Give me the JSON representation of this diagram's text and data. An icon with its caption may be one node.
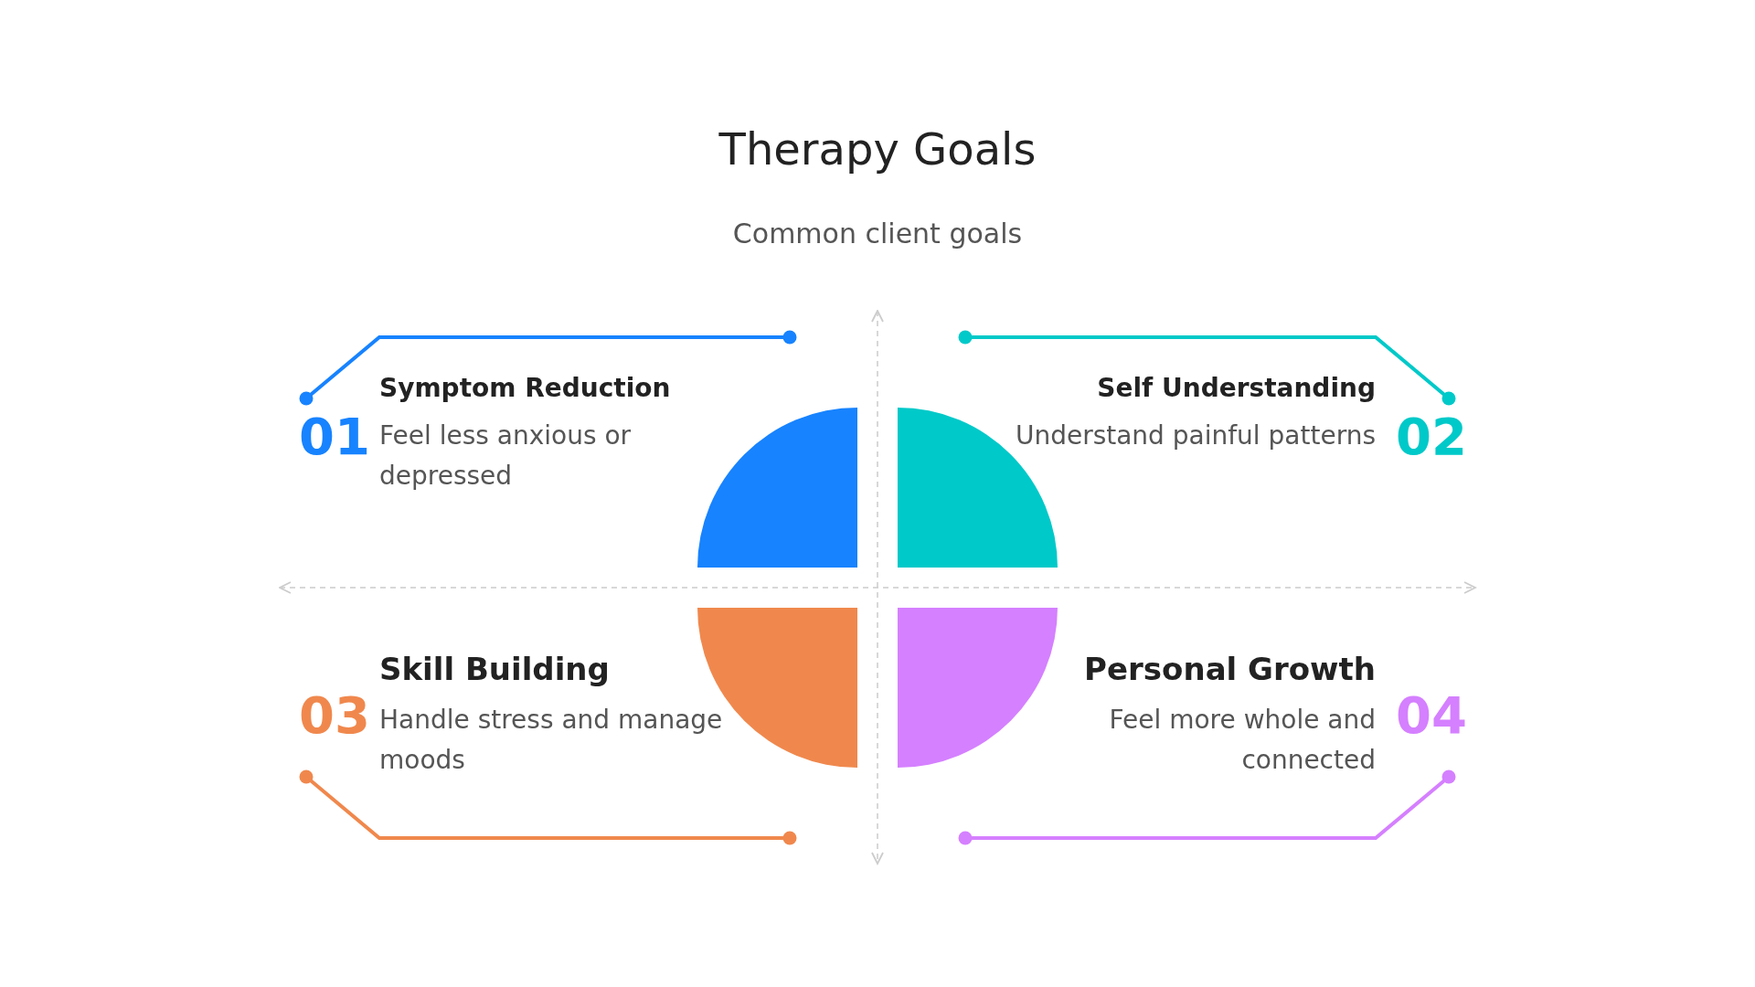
{
  "diagram": {
    "title": "Therapy Goals",
    "caption": "Common client goals",
    "nodes": [
      {
        "text": [
          "Symptom Reduction",
          "Feel less anxious or depressed"
        ],
        "beside": [
          "01"
        ]
      },
      {
        "text": [
          "Self Understanding",
          "Understand painful patterns"
        ],
        "beside": [
          "02"
        ]
      },
      {
        "text": [
          "Skill Building",
          "Handle stress and manage moods"
        ],
        "beside": [
          "03"
        ]
      },
      {
        "text": [
          "Personal Growth",
          "Feel more whole and connected"
        ],
        "beside": [
          "04"
        ]
      }
    ],
    "edges": []
  }
}
